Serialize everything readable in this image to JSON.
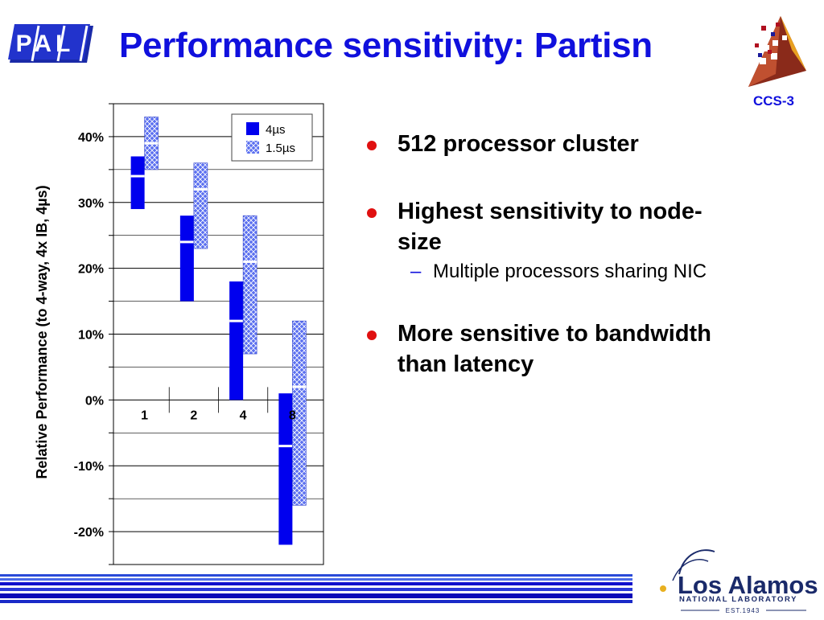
{
  "slide": {
    "title": "Performance sensitivity: Partisn",
    "logo_text": "PAL",
    "ccs_label": "CCS-3",
    "lab_name_1": "Los Alamos",
    "lab_name_2": "NATIONAL LABORATORY",
    "lab_est": "EST.1943"
  },
  "bullets": [
    {
      "text": "512 processor cluster"
    },
    {
      "text": "Highest sensitivity to node-size",
      "line1": "Highest sensitivity to node-",
      "line2": "size",
      "sub": "Multiple processors sharing NIC"
    },
    {
      "text": "More sensitive to bandwidth than latency",
      "line1": "More sensitive to bandwidth",
      "line2": "than latency"
    }
  ],
  "colors": {
    "title": "#1010dd",
    "bullet_dot": "#e01010",
    "series_4us": "#0000ee",
    "series_1_5us": "#5a6ff0"
  },
  "chart_data": {
    "type": "bar",
    "subtype": "floating-range",
    "categories": [
      "1",
      "2",
      "4",
      "8"
    ],
    "ylabel": "Relative Performance (to 4-way, 4x IB, 4µs)",
    "y_ticks": [
      40,
      30,
      20,
      10,
      0,
      -10,
      -20
    ],
    "y_tick_labels": [
      "40%",
      "30%",
      "20%",
      "10%",
      "0%",
      "-10%",
      "-20%"
    ],
    "ylim": [
      -25,
      45
    ],
    "grid": true,
    "legend_position": "top-right",
    "series": [
      {
        "name": "4µs",
        "pattern": "solid",
        "low": [
          29,
          15,
          0,
          -22
        ],
        "high": [
          37,
          28,
          18,
          1
        ],
        "mid": [
          34,
          24,
          12,
          -7
        ]
      },
      {
        "name": "1.5µs",
        "pattern": "hatched",
        "low": [
          35,
          23,
          7,
          -16
        ],
        "high": [
          43,
          36,
          28,
          12
        ],
        "mid": [
          39,
          32,
          21,
          2
        ]
      }
    ]
  }
}
